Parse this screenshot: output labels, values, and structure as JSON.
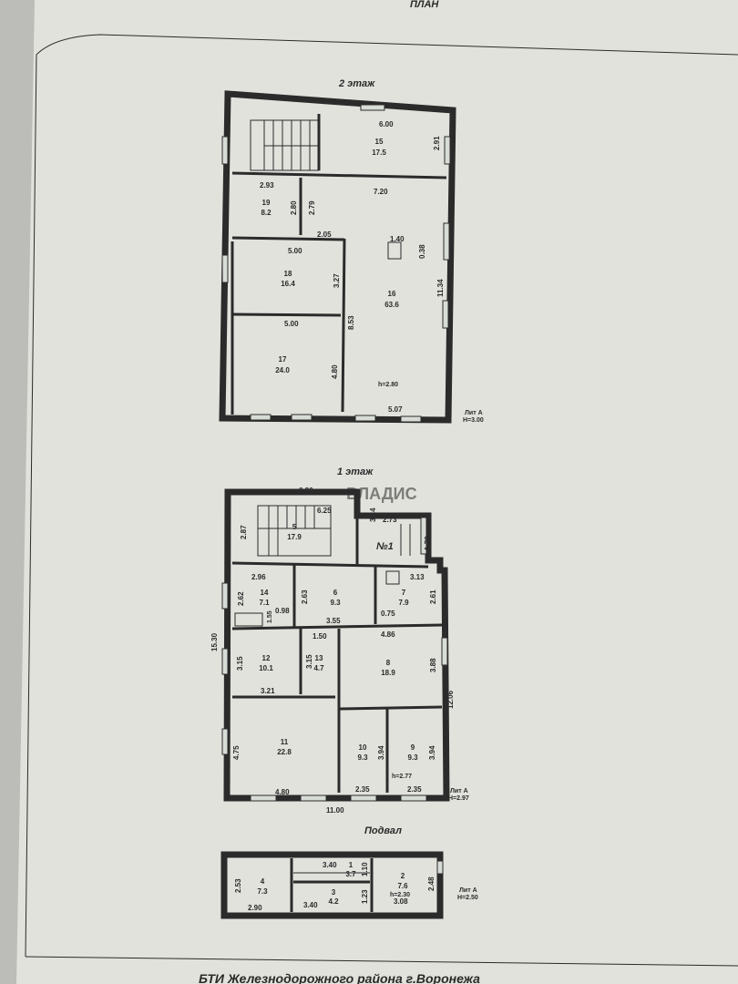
{
  "header": {
    "title_fragment": "ПЛАН"
  },
  "floor2": {
    "label": "2 этаж",
    "rooms": [
      {
        "num": "15",
        "area": "17.5"
      },
      {
        "num": "19",
        "area": "8.2"
      },
      {
        "num": "18",
        "area": "16.4"
      },
      {
        "num": "16",
        "area": "63.6"
      },
      {
        "num": "17",
        "area": "24.0"
      }
    ],
    "dims": [
      "6.00",
      "2.91",
      "2.93",
      "7.20",
      "2.80",
      "2.79",
      "2.05",
      "1.40",
      "0.38",
      "5.00",
      "3.27",
      "11.34",
      "5.00",
      "8.53",
      "4.80",
      "5.07"
    ],
    "height": "h=2.80",
    "lit": "Лит А",
    "H": "H=3.00"
  },
  "floor1": {
    "label": "1 этаж",
    "rooms": [
      {
        "num": "5",
        "area": "17.9"
      },
      {
        "num": "14",
        "area": "7.1"
      },
      {
        "num": "6",
        "area": "9.3"
      },
      {
        "num": "7",
        "area": "7.9"
      },
      {
        "num": "12",
        "area": "10.1"
      },
      {
        "num": "13",
        "area": "4.7"
      },
      {
        "num": "8",
        "area": "18.9"
      },
      {
        "num": "11",
        "area": "22.8"
      },
      {
        "num": "10",
        "area": "9.3"
      },
      {
        "num": "9",
        "area": "9.3"
      }
    ],
    "entrance": "№1",
    "dims": [
      "6.86",
      "6.25",
      "3.24",
      "2.73",
      "2.87",
      "1.78",
      "2.96",
      "3.13",
      "2.62",
      "2.63",
      "2.61",
      "0.98",
      "1.55",
      "0.75",
      "3.55",
      "15.30",
      "1.50",
      "4.86",
      "3.15",
      "3.15",
      "3.88",
      "3.21",
      "12.06",
      "4.75",
      "3.94",
      "3.94",
      "4.80",
      "2.35",
      "2.35",
      "11.00"
    ],
    "height": "h=2.77",
    "lit": "Лит А",
    "H": "H=2.97"
  },
  "basement": {
    "label": "Подвал",
    "rooms": [
      {
        "num": "4",
        "area": "7.3"
      },
      {
        "num": "1",
        "area": "3.7"
      },
      {
        "num": "3",
        "area": "4.2"
      },
      {
        "num": "2",
        "area": "7.6"
      }
    ],
    "dims": [
      "3.40",
      "1.10",
      "2.53",
      "2.48",
      "1.23",
      "3.40",
      "2.90",
      "3.08"
    ],
    "height": "h=2.30",
    "lit": "Лит А",
    "H": "H=2.50"
  },
  "watermark": "ВЛАДИС",
  "footer": {
    "text": "БТИ Железнодорожного района г.Воронежа"
  }
}
